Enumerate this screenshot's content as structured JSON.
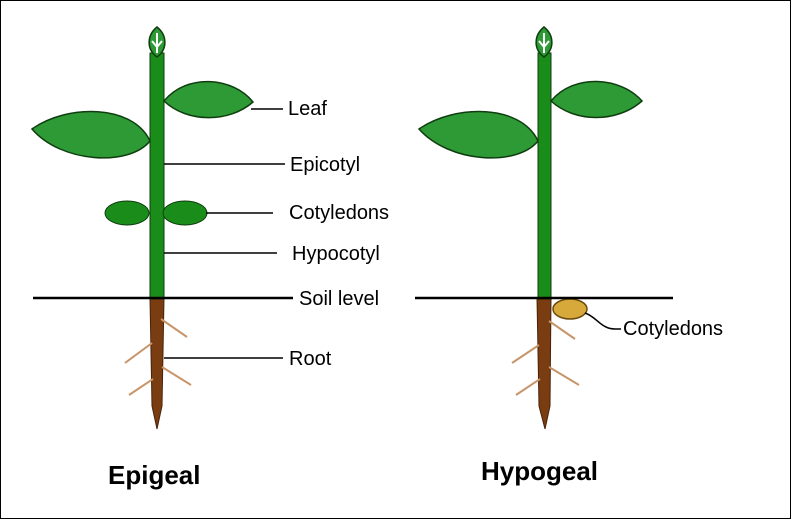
{
  "labels": {
    "leaf": "Leaf",
    "epicotyl": "Epicotyl",
    "cotyledons_epigeal": "Cotyledons",
    "hypocotyl": "Hypocotyl",
    "soil_level": "Soil level",
    "root": "Root",
    "cotyledons_hypogeal": "Cotyledons"
  },
  "captions": {
    "epigeal": "Epigeal",
    "hypogeal": "Hypogeal"
  },
  "colors": {
    "stem_green": "#1a8c1a",
    "leaf_green": "#2e9a36",
    "outline": "#0f3d0f",
    "root_brown": "#7a3d12",
    "rootlet": "#c8956a",
    "seed_yellow": "#d6a93a",
    "line_black": "#000000"
  }
}
